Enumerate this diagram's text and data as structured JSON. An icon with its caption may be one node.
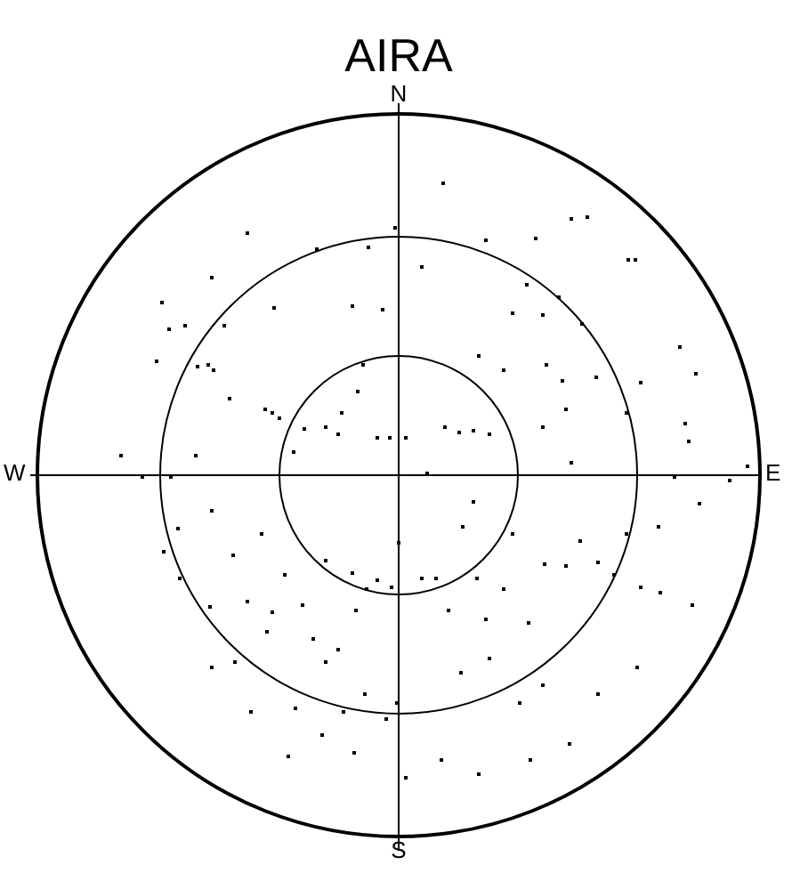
{
  "diagram": {
    "title": "AIRA",
    "labels": [
      "N",
      "W",
      "E",
      "S"
    ]
  }
}
